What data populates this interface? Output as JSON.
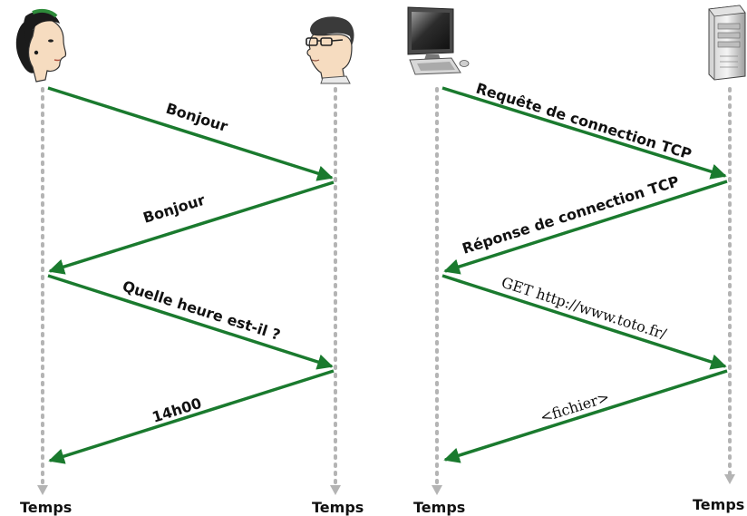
{
  "colors": {
    "arrow": "#1a7a2e",
    "timeline": "#b4b4b4",
    "text": "#111111"
  },
  "human_exchange": {
    "participants": [
      {
        "icon": "woman-avatar-icon",
        "time_label": "Temps"
      },
      {
        "icon": "man-avatar-icon",
        "time_label": "Temps"
      }
    ],
    "messages": [
      "Bonjour",
      "Bonjour",
      "Quelle heure est-il ?",
      "14h00"
    ]
  },
  "network_exchange": {
    "participants": [
      {
        "icon": "computer-icon",
        "time_label": "Temps"
      },
      {
        "icon": "server-icon",
        "time_label": "Temps"
      }
    ],
    "messages": [
      "Requête de connection TCP",
      "Réponse de connection TCP",
      "GET http://www.toto.fr/",
      "<fichier>"
    ]
  }
}
